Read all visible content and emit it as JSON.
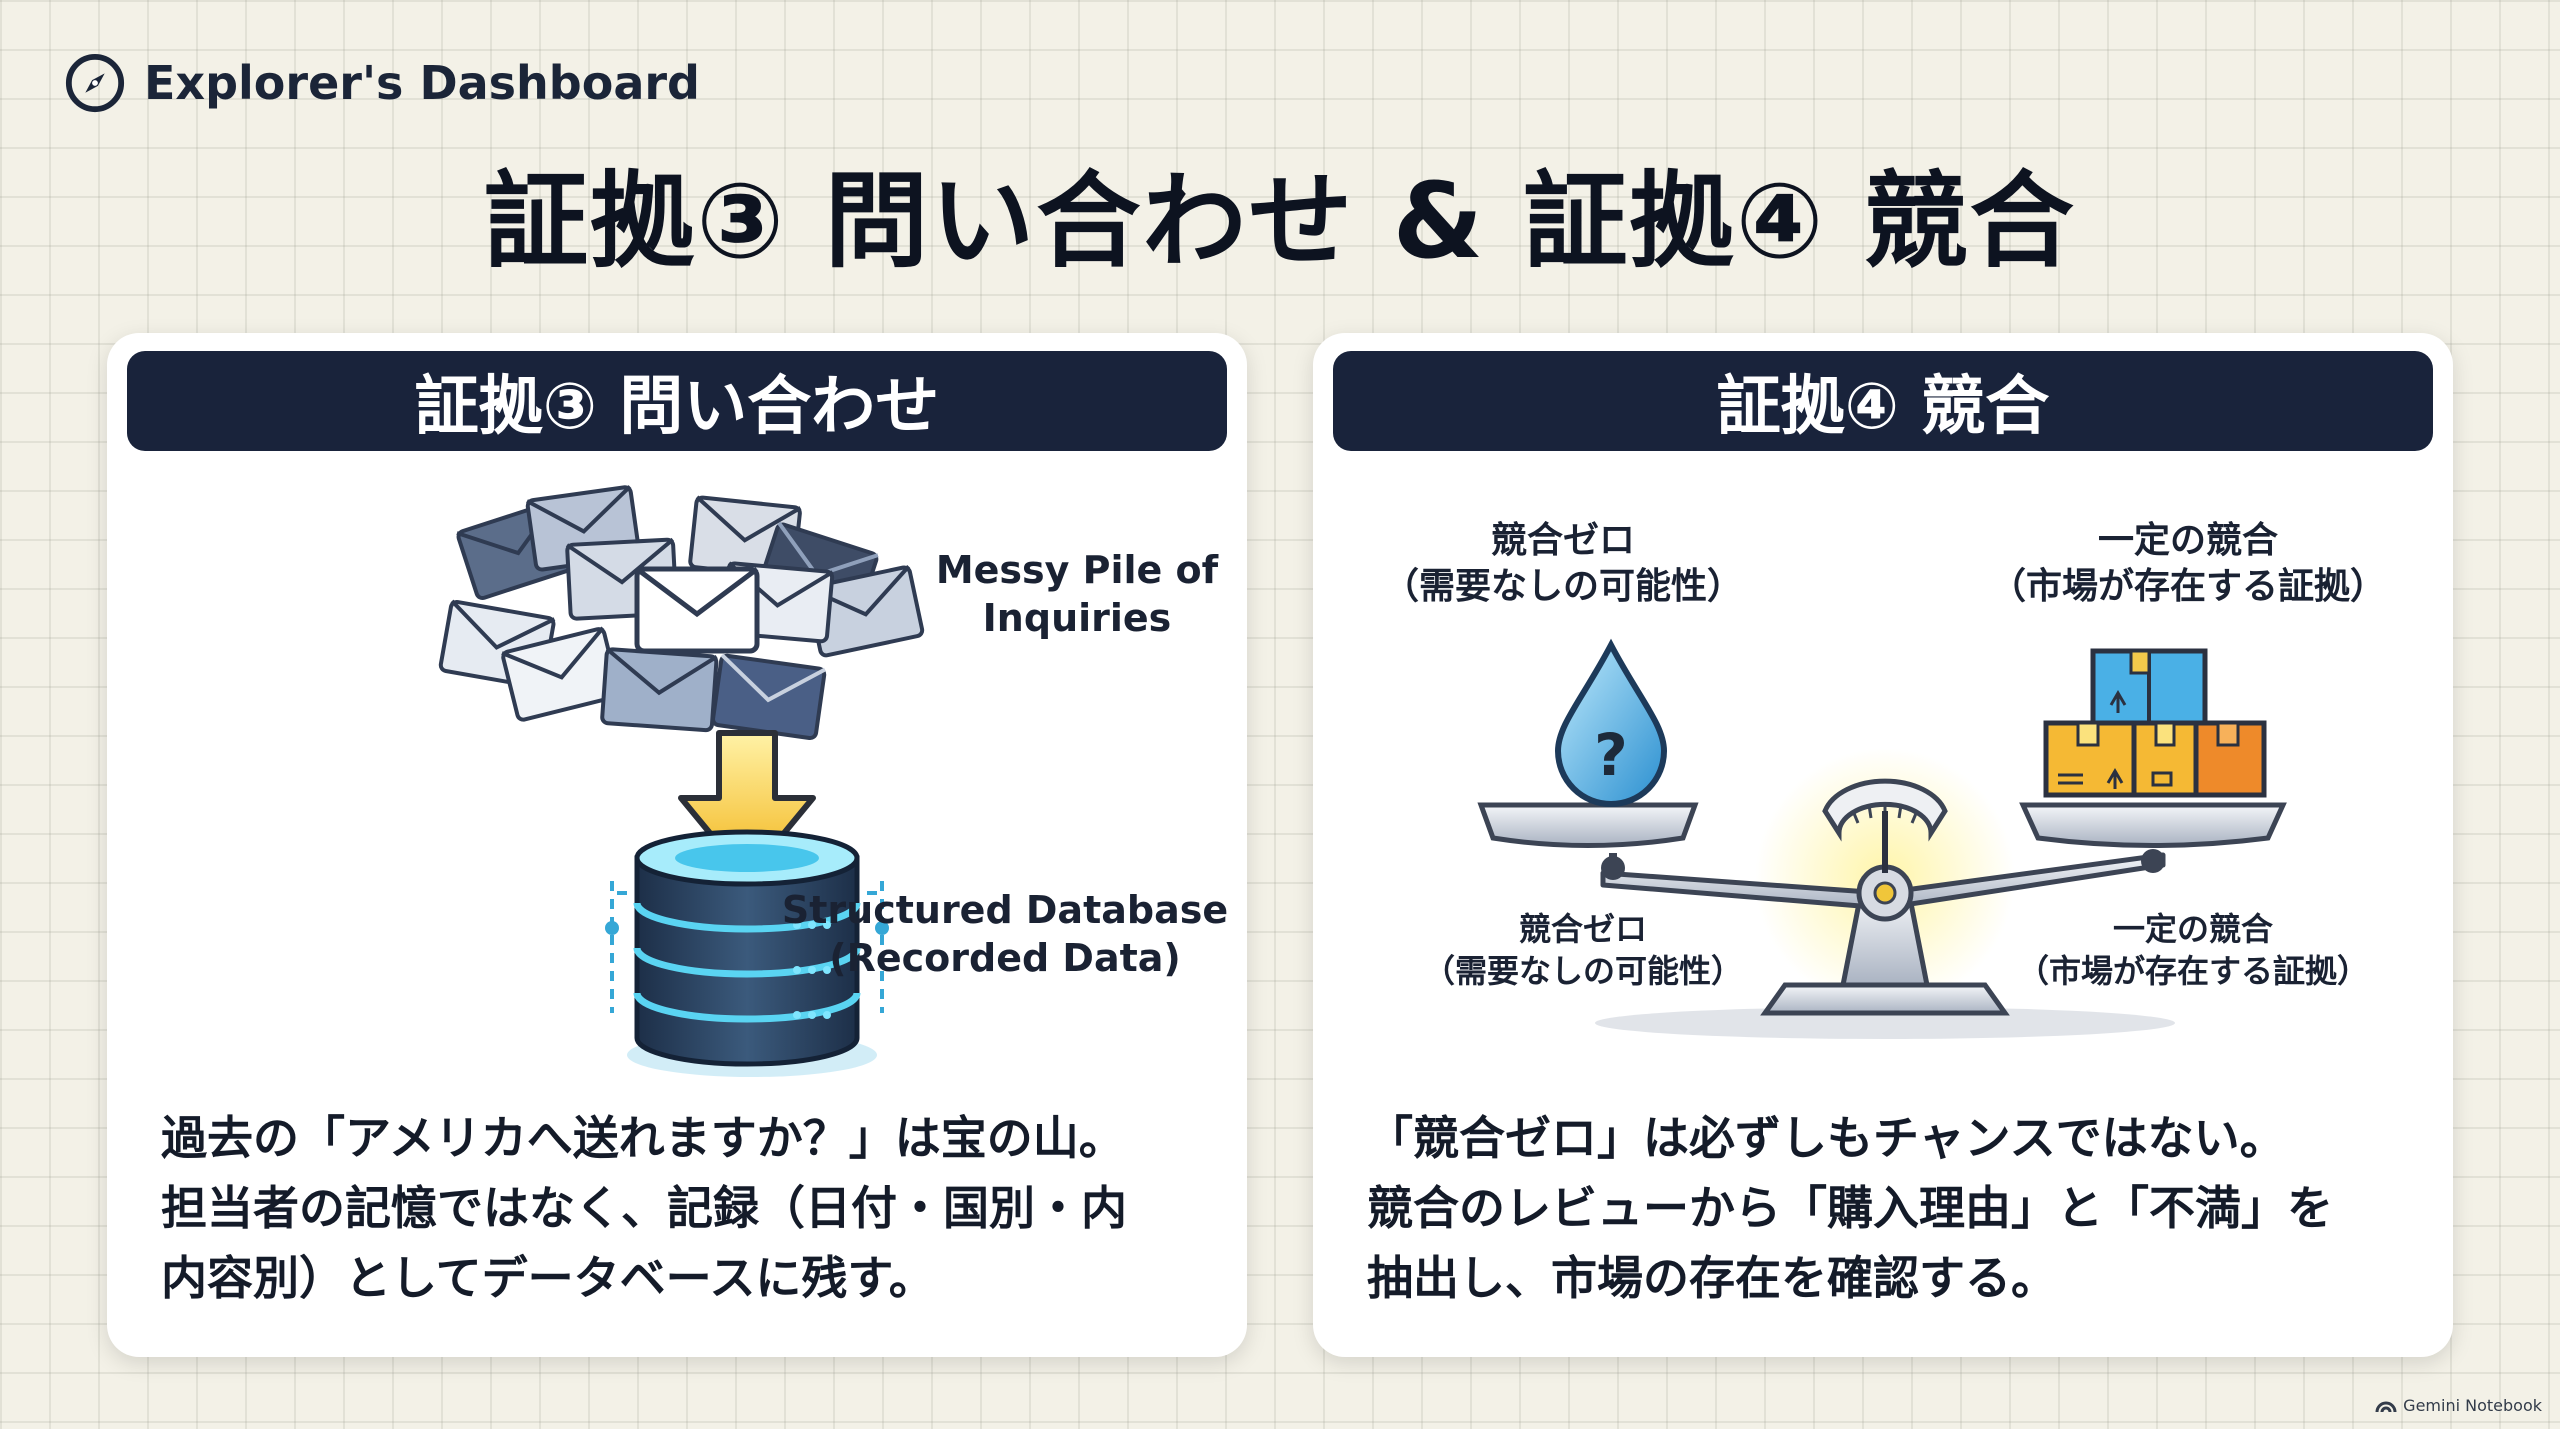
{
  "header": {
    "brand": "Explorer's Dashboard"
  },
  "main_title": "証拠③ 問い合わせ & 証拠④ 競合",
  "left_card": {
    "title": "証拠③ 問い合わせ",
    "label_top": [
      "Messy Pile of",
      "Inquiries"
    ],
    "label_bottom": [
      "Structured Database",
      "(Recorded Data)"
    ],
    "body": [
      "過去の「アメリカへ送れますか？」は宝の山。",
      "担当者の記憶ではなく、記録（日付・国別・内",
      "内容別）としてデータベースに残す。"
    ]
  },
  "right_card": {
    "title": "証拠④ 競合",
    "left_top": [
      "競合ゼロ",
      "（需要なしの可能性）"
    ],
    "right_top": [
      "一定の競合",
      "（市場が存在する証拠）"
    ],
    "left_bottom": [
      "競合ゼロ",
      "（需要なしの可能性）"
    ],
    "right_bottom": [
      "一定の競合",
      "（市場が存在する証拠）"
    ],
    "drop_mark": "?",
    "body": [
      "「競合ゼロ」は必ずしもチャンスではない。",
      "競合のレビューから「購入理由」と「不満」を",
      "抽出し、市場の存在を確認する。"
    ]
  },
  "footer": {
    "text": "Gemini Notebook"
  }
}
